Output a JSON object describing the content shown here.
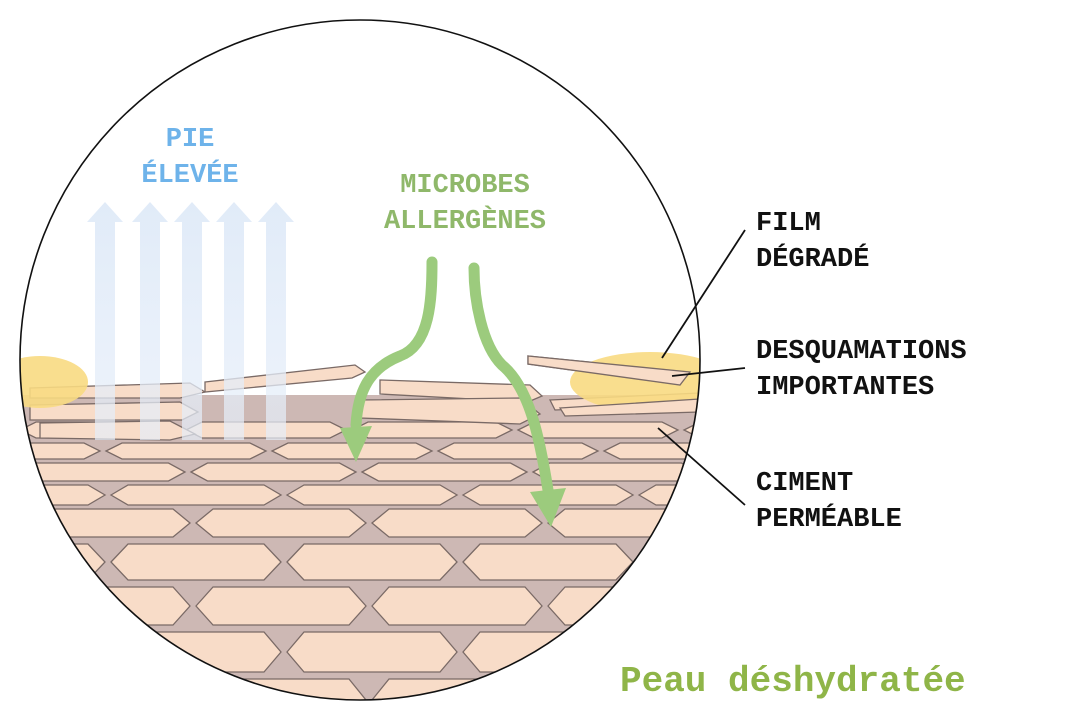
{
  "labels": {
    "tewl_line1": "PIE",
    "tewl_line2": "ÉLEVÉE",
    "microbes_line1": "MICROBES",
    "microbes_line2": "ALLERGÈNES",
    "film_line1": "FILM",
    "film_line2": "DÉGRADÉ",
    "desq_line1": "DESQUAMATIONS",
    "desq_line2": "IMPORTANTES",
    "ciment_line1": "CIMENT",
    "ciment_line2": "PERMÉABLE"
  },
  "title": "Peau déshydratée",
  "colors": {
    "tewl_blue": "#6eb3ea",
    "microbe_green": "#8fb86a",
    "title_green": "#8fb548",
    "cell_fill": "#f8dcc8",
    "cement": "#cdb8b4",
    "film": "#f8da82"
  }
}
